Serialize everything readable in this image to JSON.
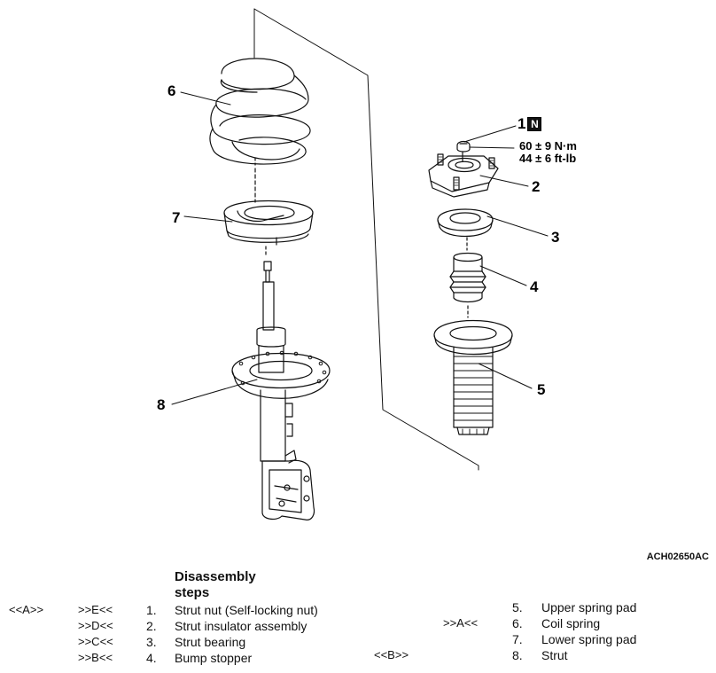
{
  "figure_id": "ACH02650AC",
  "callouts": {
    "c1": "1",
    "c1_badge": "N",
    "c2": "2",
    "c3": "3",
    "c4": "4",
    "c5": "5",
    "c6": "6",
    "c7": "7",
    "c8": "8"
  },
  "torque": {
    "metric": "60 ± 9 N·m",
    "imperial": "44 ± 6 ft-lb"
  },
  "steps_title": "Disassembly steps",
  "steps": [
    {
      "mark_left": "<<A>>",
      "mark_right": ">>E<<",
      "num": "1.",
      "label": "Strut nut (Self-locking nut)"
    },
    {
      "mark_left": "",
      "mark_right": ">>D<<",
      "num": "2.",
      "label": "Strut insulator assembly"
    },
    {
      "mark_left": "",
      "mark_right": ">>C<<",
      "num": "3.",
      "label": "Strut bearing"
    },
    {
      "mark_left": "",
      "mark_right": ">>B<<",
      "num": "4.",
      "label": "Bump stopper"
    },
    {
      "mark_left": "",
      "mark_right": "",
      "num": "5.",
      "label": "Upper spring pad"
    },
    {
      "mark_left": "",
      "mark_right": ">>A<<",
      "num": "6.",
      "label": "Coil spring"
    },
    {
      "mark_left": "",
      "mark_right": "",
      "num": "7.",
      "label": "Lower spring pad"
    },
    {
      "mark_left": "<<B>>",
      "mark_right": "",
      "num": "8.",
      "label": "Strut"
    }
  ]
}
